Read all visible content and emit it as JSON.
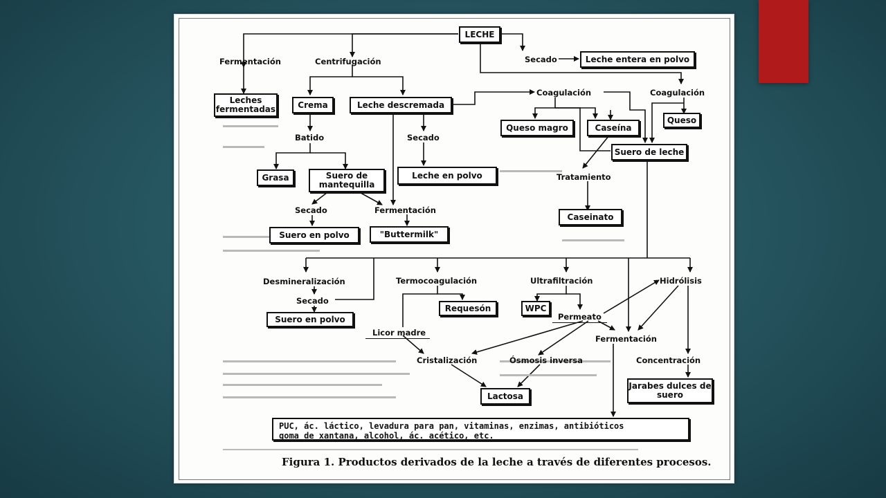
{
  "nodes": {
    "leche": "LECHE",
    "leche_entera_polvo": "Leche entera en polvo",
    "leches_fermentadas": "Leches fermentadas",
    "crema": "Crema",
    "leche_descremada": "Leche descremada",
    "queso_magro": "Queso magro",
    "caseina": "Caseína",
    "queso": "Queso",
    "suero_leche": "Suero de leche",
    "grasa": "Grasa",
    "suero_mantequilla": "Suero de mantequilla",
    "leche_polvo": "Leche en polvo",
    "suero_polvo_1": "Suero en polvo",
    "buttermilk": "\"Buttermilk\"",
    "caseinato": "Caseinato",
    "suero_polvo_2": "Suero en polvo",
    "requeson": "Requesón",
    "wpc": "WPC",
    "lactosa": "Lactosa",
    "jarabes": "Jarabes dulces de suero"
  },
  "labels": {
    "fermentacion_1": "Fermentación",
    "centrifugacion": "Centrifugación",
    "secado_1": "Secado",
    "coagulacion_1": "Coagulación",
    "coagulacion_2": "Coagulación",
    "batido": "Batido",
    "secado_2": "Secado",
    "tratamiento": "Tratamiento",
    "secado_3": "Secado",
    "fermentacion_2": "Fermentación",
    "desmineralizacion": "Desmineralización",
    "termocoagulacion": "Termocoagulación",
    "ultrafiltracion": "Ultrafiltración",
    "hidrolisis": "Hidrólisis",
    "secado_4": "Secado",
    "permeato": "Permeato",
    "licor_madre": "Licor madre",
    "fermentacion_3": "Fermentación",
    "cristalizacion": "Cristalización",
    "osmosis": "Ósmosis inversa",
    "concentracion": "Concentración"
  },
  "bottom_box": {
    "line1": "PUC, ác. láctico, levadura para pan, vitaminas, enzimas, antibióticos",
    "line2": "goma de xantana, alcohol, ác. acético, etc."
  },
  "caption": "Figura 1. Productos derivados de la leche a través de diferentes procesos."
}
